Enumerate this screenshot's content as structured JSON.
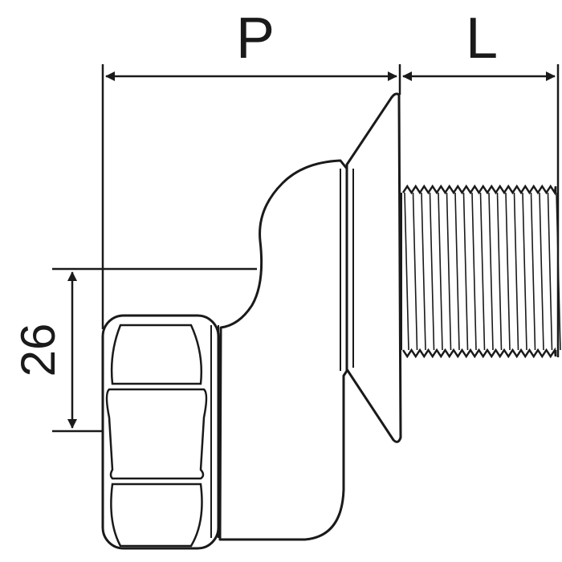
{
  "drawing": {
    "dimensions": {
      "p_label": "P",
      "l_label": "L",
      "height_label": "26"
    },
    "colors": {
      "stroke": "#1a1a1a",
      "background": "#ffffff"
    },
    "components": [
      "hex-nut",
      "elbow-body",
      "flange",
      "threaded-stem"
    ]
  }
}
